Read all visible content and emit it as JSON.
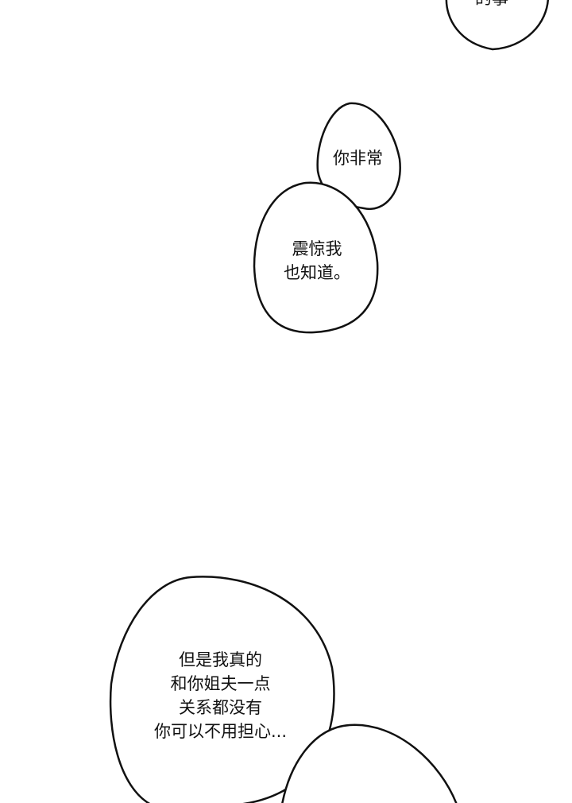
{
  "colors": {
    "background": "#ffffff",
    "ink": "#111111"
  },
  "bubbles": {
    "top_cut": {
      "text": "的事"
    },
    "bubble_1": {
      "lines": [
        "你非常"
      ]
    },
    "bubble_2": {
      "lines": [
        "震惊我",
        "也知道。"
      ]
    },
    "bubble_3": {
      "lines": [
        "但是我真的",
        "和你姐夫一点",
        "关系都没有",
        "你可以不用担心..."
      ]
    }
  }
}
